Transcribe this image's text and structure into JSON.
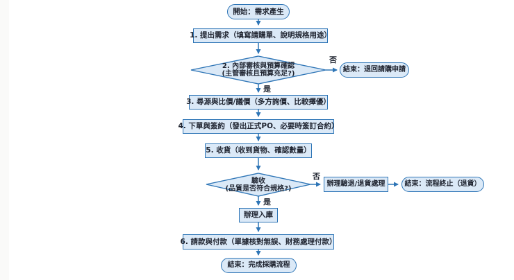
{
  "diagram": {
    "colors": {
      "node_fill": "#dbe9f7",
      "node_border": "#2e75b6",
      "arrow": "#2e75b6",
      "text": "#1f2430"
    },
    "nodes": {
      "start": "開始：需求產生",
      "step1": "1. 提出需求（填寫請購單、說明規格用途）",
      "decision1_line1": "2. 內部審核與預算確認",
      "decision1_line2": "(主管審核且預算充足?)",
      "end_reject": "結束：退回請購申請",
      "step3": "3. 尋源與比價/議價（多方詢價、比較擇優）",
      "step4": "4. 下單與簽約（發出正式PO、必要時簽訂合約）",
      "step5": "5. 收貨（收到貨物、確認數量）",
      "decision2_line1": "驗收",
      "decision2_line2": "(品質是否符合規格?)",
      "return_process": "辦理驗退/退貨處理",
      "end_return": "結束：流程終止（退貨）",
      "warehouse": "辦理入庫",
      "step6": "6. 請款與付款（單據核對無誤、財務處理付款）",
      "end_complete": "結束：完成採購流程"
    },
    "labels": {
      "no": "否",
      "yes": "是"
    }
  }
}
